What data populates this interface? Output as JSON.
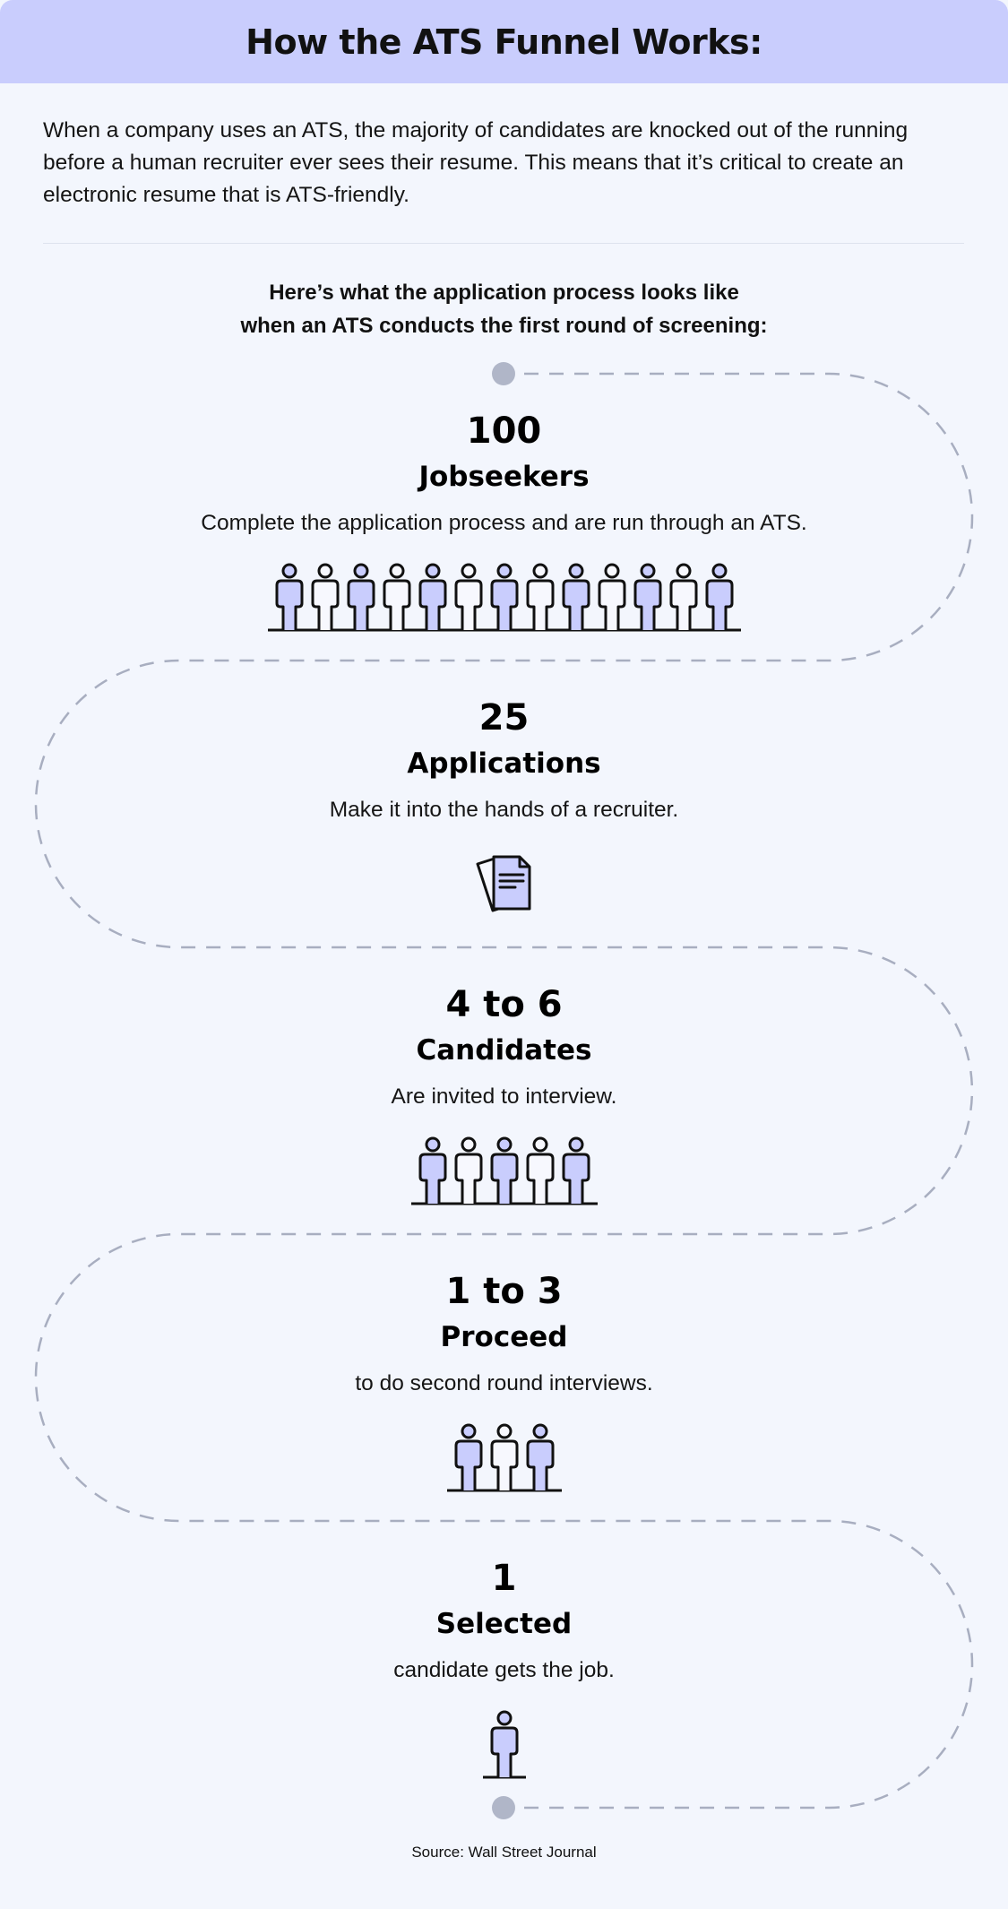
{
  "header": {
    "title": "How the ATS Funnel Works:"
  },
  "intro": "When a company uses an ATS, the majority of candidates are knocked out of the running before a human recruiter ever sees their resume. This means that it’s critical to create an electronic resume that is ATS-friendly.",
  "subhead": {
    "line1": "Here’s what the application process looks like",
    "line2": "when an ATS conducts the first round of screening:"
  },
  "stages": [
    {
      "number": "100",
      "label": "Jobseekers",
      "description": "Complete the application process and are run through an ATS.",
      "icon": "person-icon",
      "icon_count": 13
    },
    {
      "number": "25",
      "label": "Applications",
      "description": "Make it into the hands of a recruiter.",
      "icon": "documents-icon",
      "icon_count": 1
    },
    {
      "number": "4 to 6",
      "label": "Candidates",
      "description": "Are invited to interview.",
      "icon": "person-icon",
      "icon_count": 5
    },
    {
      "number": "1 to 3",
      "label": "Proceed",
      "description": "to do second round interviews.",
      "icon": "person-icon",
      "icon_count": 3
    },
    {
      "number": "1",
      "label": "Selected",
      "description": "candidate gets the job.",
      "icon": "person-icon",
      "icon_count": 1
    }
  ],
  "source": "Source: Wall Street Journal",
  "colors": {
    "header_bg": "#c9cdfd",
    "page_bg": "#f3f6fd",
    "icon_fill": "#c9cdfd",
    "path_dash": "#a8aec0",
    "endpoint_dot": "#b0b6c8"
  }
}
